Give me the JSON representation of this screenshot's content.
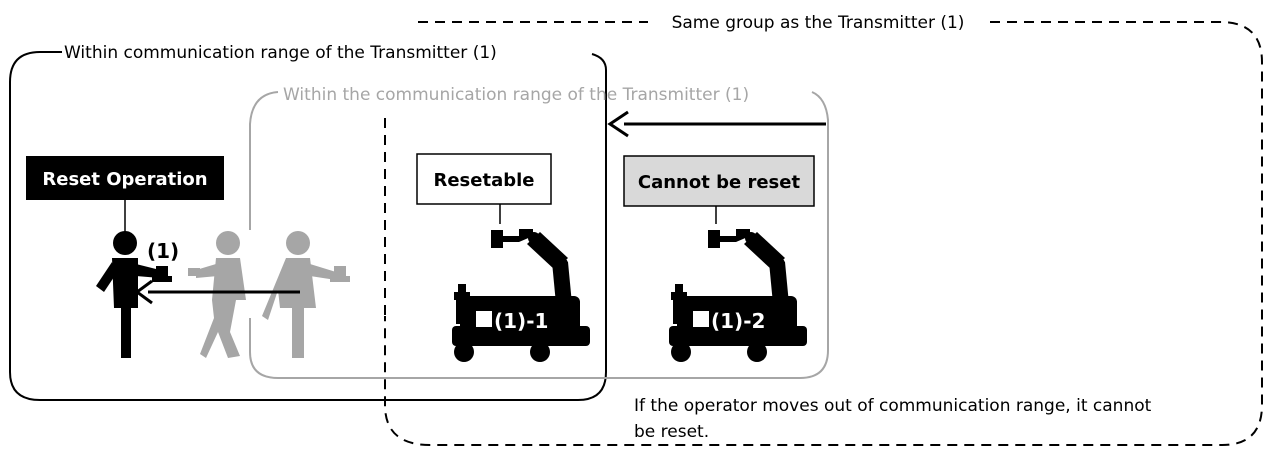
{
  "regions": {
    "same_group": "Same group as the Transmitter (1)",
    "range_current": "Within communication range of the Transmitter (1)",
    "range_moved": "Within the communication range of the Transmitter (1)"
  },
  "labels": {
    "reset_operation": "Reset Operation",
    "resetable": "Resetable",
    "cannot_reset": "Cannot be reset"
  },
  "tags": {
    "transmitter": "(1)",
    "receiver_1": "(1)-1",
    "receiver_2": "(1)-2"
  },
  "note": {
    "line1": "If the operator moves out of communication range, it cannot",
    "line2": "be reset."
  },
  "colors": {
    "primary": "#000000",
    "faded": "#a6a6a6",
    "highlight_fill": "#d9d9d9"
  }
}
